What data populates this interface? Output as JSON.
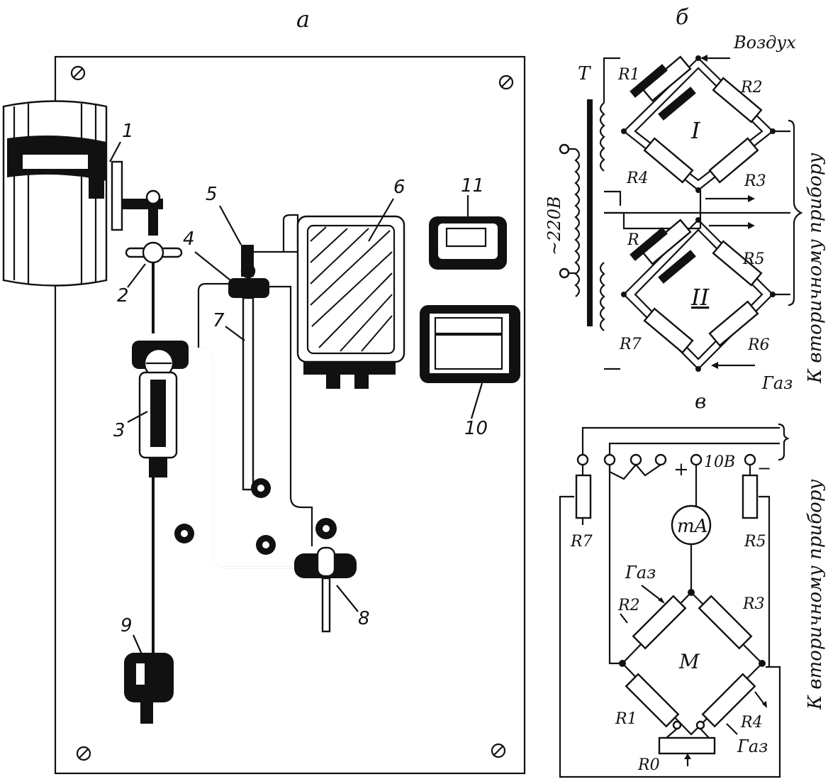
{
  "panel_a": {
    "label": "а",
    "callouts": [
      "1",
      "2",
      "3",
      "4",
      "5",
      "6",
      "7",
      "8",
      "9",
      "10",
      "11"
    ]
  },
  "panel_b": {
    "label": "б",
    "transformer_label": "Т",
    "voltage": "~220В",
    "air_label": "Воздух",
    "gas_label": "Газ",
    "bridge_upper": "I",
    "bridge_lower": "II",
    "resistors": [
      "R1",
      "R2",
      "R3",
      "R4",
      "R",
      "R5",
      "R6",
      "R7"
    ],
    "side_label": "К вторичному прибору"
  },
  "panel_v": {
    "label": "в",
    "supply": "10В",
    "plus": "+",
    "minus": "−",
    "meter": "mA",
    "center": "М",
    "gas_top": "Газ",
    "gas_bottom": "Газ",
    "resistors": [
      "R7",
      "R5",
      "R2",
      "R3",
      "R1",
      "R4",
      "R0"
    ],
    "side_label": "К вторичному прибору"
  }
}
